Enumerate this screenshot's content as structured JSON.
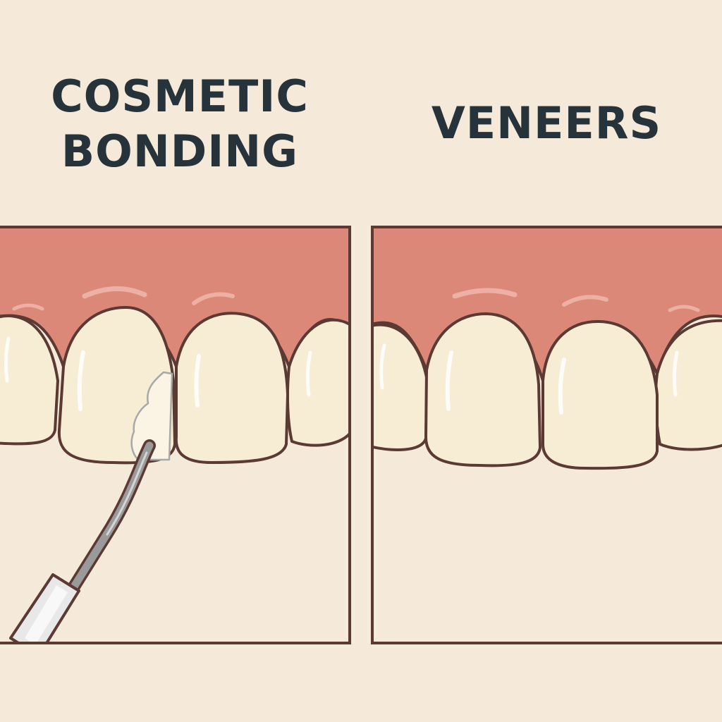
{
  "panels": {
    "left": {
      "title_lines": [
        "COSMETIC",
        "BONDING"
      ]
    },
    "right": {
      "title_lines": [
        "VENEERS"
      ]
    }
  },
  "colors": {
    "background": "#f5ead9",
    "gum": "#dc8878",
    "gum_highlight": "#ecb0a4",
    "tooth": "#f7ecd4",
    "outline": "#5a3a33",
    "title_text": "#27333a",
    "instrument_metal": "#9a9a9a",
    "instrument_handle": "#e8e8e8"
  },
  "icons": [
    "dental-tool-icon"
  ]
}
